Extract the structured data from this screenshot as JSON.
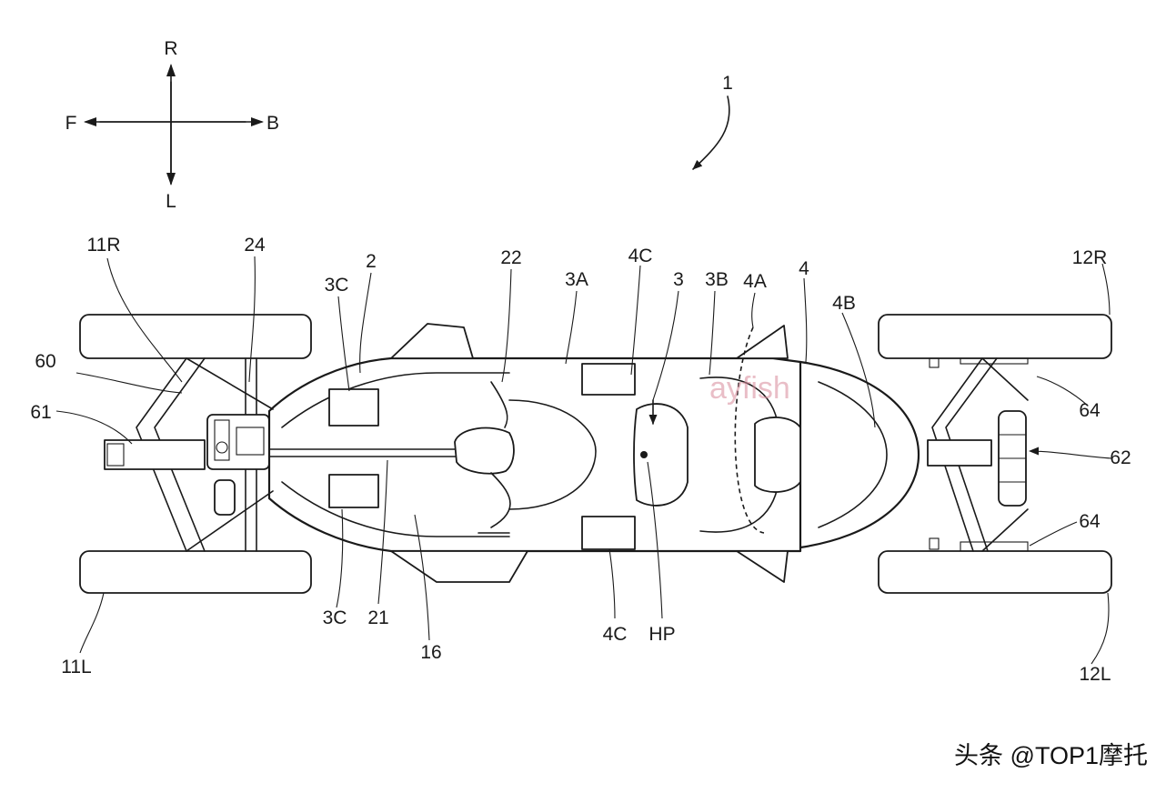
{
  "compass": {
    "right": "R",
    "left": "L",
    "front": "F",
    "back": "B"
  },
  "labels": {
    "vehicle": "1",
    "body_frame": "2",
    "seat": "3",
    "seat_front": "3A",
    "seat_rear": "3B",
    "seat_c_upper": "3C",
    "seat_c_lower": "3C",
    "rear_unit": "4",
    "rear_4a": "4A",
    "rear_4b": "4B",
    "side_4c_upper": "4C",
    "side_4c_lower": "4C",
    "front_wheel_right": "11R",
    "front_wheel_left": "11L",
    "rear_wheel_right": "12R",
    "rear_wheel_left": "12L",
    "cover": "16",
    "steering_shaft": "21",
    "handlebar": "22",
    "part_24": "24",
    "part_60": "60",
    "part_61": "61",
    "part_62": "62",
    "part_64_upper": "64",
    "part_64_lower": "64",
    "hip_point": "HP"
  },
  "watermark": "ayfish",
  "credit": "头条 @TOP1摩托"
}
